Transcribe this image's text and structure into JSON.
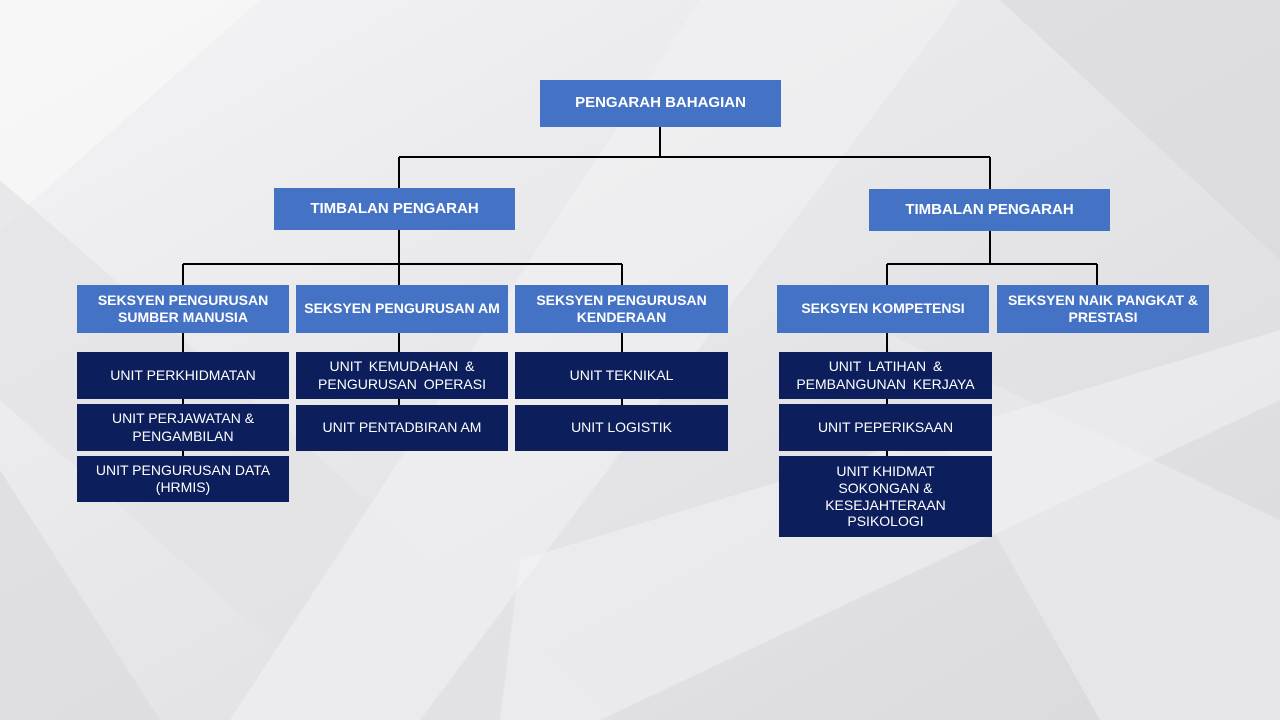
{
  "chart": {
    "director": "PENGARAH BAHAGIAN",
    "deputy_left": "TIMBALAN PENGARAH",
    "deputy_right": "TIMBALAN PENGARAH",
    "sections": {
      "sumber_manusia": "SEKSYEN PENGURUSAN SUMBER MANUSIA",
      "am": "SEKSYEN PENGURUSAN AM",
      "kenderaan": "SEKSYEN PENGURUSAN KENDERAAN",
      "kompetensi": "SEKSYEN KOMPETENSI",
      "naik_pangkat": "SEKSYEN NAIK PANGKAT & PRESTASI"
    },
    "units": {
      "perkhidmatan": "UNIT PERKHIDMATAN",
      "perjawatan": "UNIT PERJAWATAN & PENGAMBILAN",
      "data": "UNIT PENGURUSAN DATA (HRMIS)",
      "kemudahan": "UNIT KEMUDAHAN & PENGURUSAN OPERASI",
      "pentadbiran": "UNIT PENTADBIRAN AM",
      "teknikal": "UNIT TEKNIKAL",
      "logistik": "UNIT LOGISTIK",
      "latihan": "UNIT LATIHAN & PEMBANGUNAN KERJAYA",
      "peperiksaan": "UNIT PEPERIKSAAN",
      "khidmat": "UNIT KHIDMAT SOKONGAN & KESEJAHTERAAN PSIKOLOGI"
    }
  },
  "colors": {
    "header_box": "#4472c4",
    "unit_box": "#0c1f5c",
    "connector": "#000000",
    "text": "#ffffff"
  }
}
